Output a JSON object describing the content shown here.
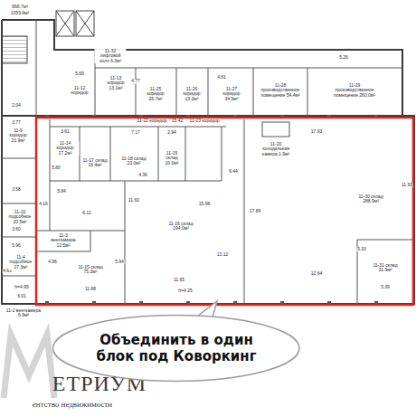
{
  "diagram": {
    "nodes": [
      {
        "text": [
          "Объединить в один блок под Коворкинг"
        ]
      }
    ],
    "labels": [
      "868.7м²",
      "1059.9м²",
      "11-32 лифтовой холл 6.3м²",
      "5.69",
      "11-12 коридор",
      "11-13 коридор 13.1м²",
      "4.77",
      "11-25 коридор 26.7м²",
      "11-26 коридор 13.3м²",
      "4.61",
      "11-27 коридор 34.9м²",
      "11-28 производственное помещение 54.4м²",
      "5.26",
      "11-29 производственное помещение 260.0м²",
      "2.04",
      "11-9 коридор 21.9м²",
      "3.77",
      "3.61",
      "11-14 коридор 17.2м²",
      "5.80",
      "11-17 склад 16.4м²",
      "11-22 коридор",
      "15.42",
      "11-23 коридор",
      "7.17",
      "11-18 склад 23.0м²",
      "2.94",
      "11-19 склад 10.0м²",
      "4.36",
      "17.93",
      "11-20 холодильная камера 1.9м²",
      "6.44",
      "11.60",
      "11-16 склад 194.0м²",
      "15.98",
      "13.12",
      "17.89",
      "11-30 склад 288.9м²",
      "11.93",
      "5.84",
      "4.16",
      "6.11",
      "3.58",
      "11-10 подсобное 20.5м²",
      "3.60",
      "11-3 венткамера 12.5м²",
      "5.96",
      "4.63",
      "11-4 подсобное 27.3м²",
      "4.96",
      "11-15 склад 75.3м²",
      "5.94",
      "11.65",
      "h=4.25",
      "11.88",
      "6.01",
      "h=4.65",
      "12.64",
      "5.33",
      "11-31 склад 31.9м²",
      "5.39",
      "11-2 венткамера 6.9м²",
      "ЕТРИУМ",
      "ентство недвижимости"
    ]
  }
}
